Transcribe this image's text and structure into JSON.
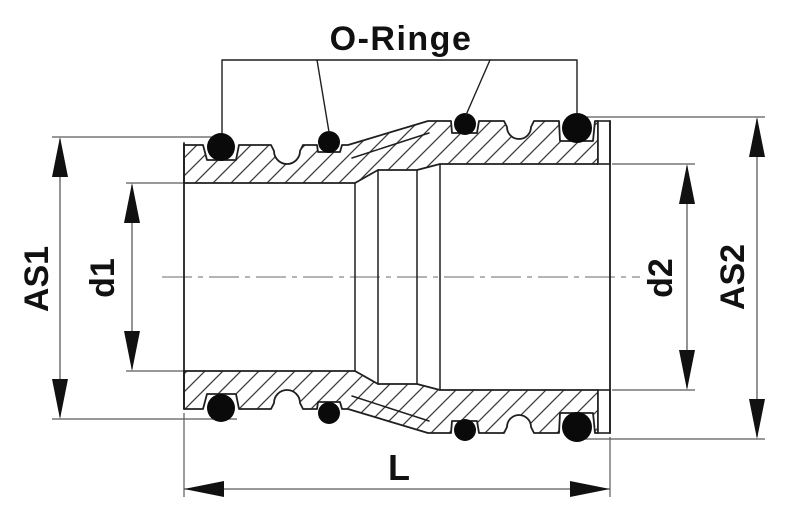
{
  "diagram": {
    "title": "O-Ringe",
    "labels": {
      "as1": "AS1",
      "d1": "d1",
      "d2": "d2",
      "as2": "AS2",
      "length": "L"
    },
    "o_ring_count": 8,
    "colors": {
      "outline": "#1f1f1f",
      "hatch": "#3c3c3c",
      "dimension": "#5a5a5a",
      "o_ring": "#0a0a0a",
      "centerline": "#9b9b9b",
      "text": "#111111",
      "background": "#ffffff"
    }
  }
}
